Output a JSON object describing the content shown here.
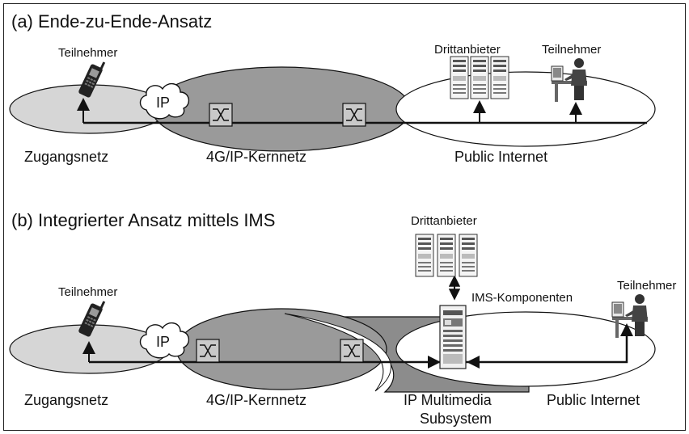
{
  "part_a": {
    "title": "(a) Ende-zu-Ende-Ansatz",
    "subscriber_left": "Teilnehmer",
    "ip_label": "IP",
    "third_party": "Drittanbieter",
    "subscriber_right": "Teilnehmer",
    "access_network": "Zugangsnetz",
    "core_network": "4G/IP-Kernnetz",
    "public_internet": "Public Internet"
  },
  "part_b": {
    "title": "(b) Integrierter Ansatz mittels IMS",
    "subscriber_left": "Teilnehmer",
    "ip_label": "IP",
    "third_party": "Drittanbieter",
    "ims_components": "IMS-Komponenten",
    "subscriber_right": "Teilnehmer",
    "access_network": "Zugangsnetz",
    "core_network": "4G/IP-Kernnetz",
    "ims_line1": "IP Multimedia",
    "ims_line2": "Subsystem",
    "public_internet": "Public Internet"
  },
  "colors": {
    "access_fill": "#d6d6d6",
    "core_fill": "#9a9a9a",
    "ims_fill": "#8c8c8c",
    "line": "#111111"
  }
}
